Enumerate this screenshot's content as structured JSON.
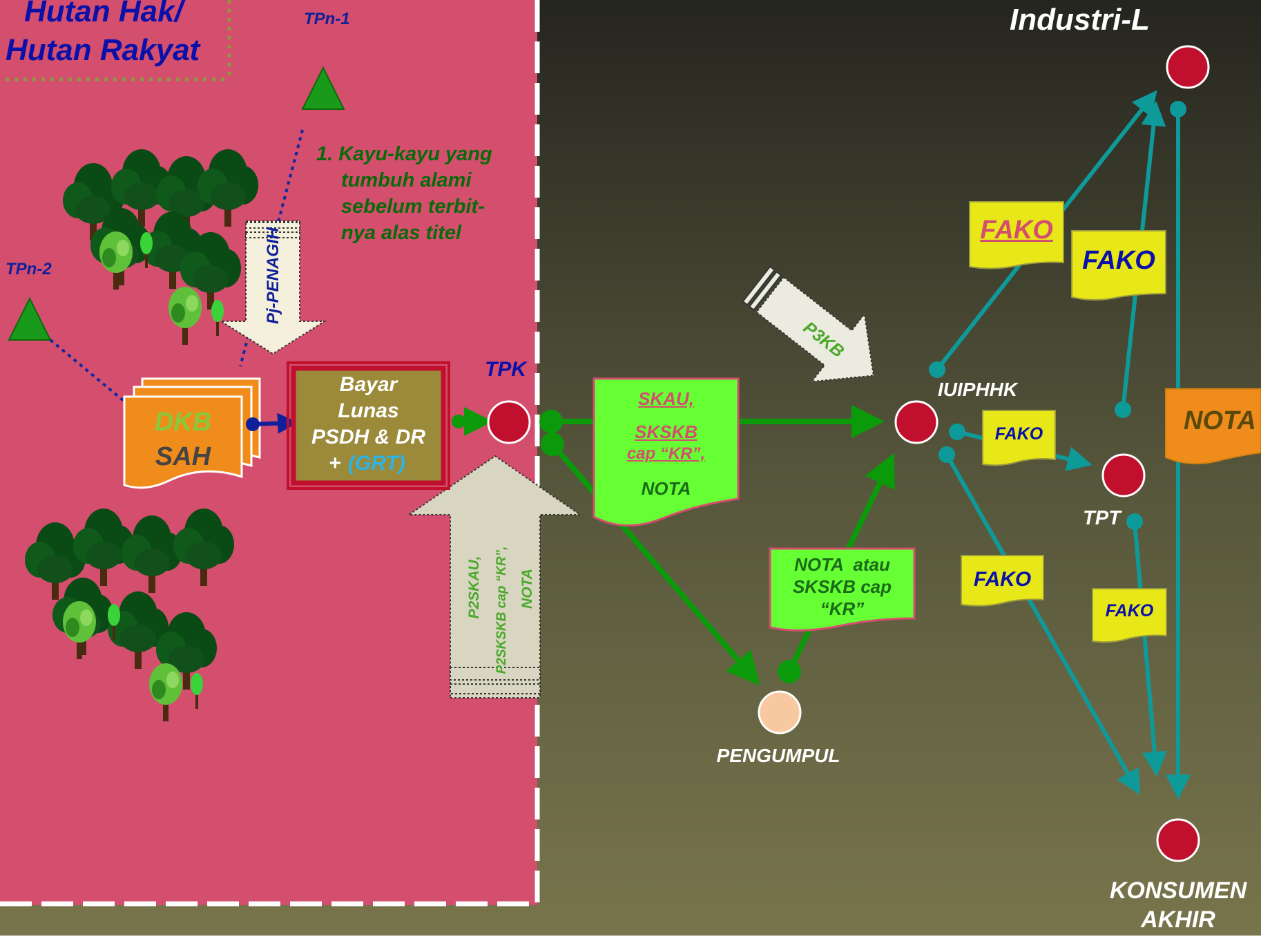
{
  "title_forest": [
    "Hutan Hak/",
    "Hutan Rakyat"
  ],
  "title_industry": "Industri-L",
  "tpn1": "TPn-1",
  "tpn2": "TPn-2",
  "tpk": "TPK",
  "iuiphhk": "IUIPHHK",
  "tpt": "TPT",
  "pengumpul": "PENGUMPUL",
  "konsumen": [
    "KONSUMEN",
    "AKHIR"
  ],
  "note": [
    "1. Kayu-kayu yang",
    "tumbuh alami",
    "sebelum terbit-",
    "nya alas titel"
  ],
  "pj_penagih": "Pj-PENAGIH",
  "p3kb": "P3KB",
  "p2_arrow": [
    "P2SKAU,",
    "P2SKSKB cap “KR”,",
    "NOTA"
  ],
  "dkb_sah": [
    "DKB",
    "SAH"
  ],
  "bayar_box": [
    "Bayar",
    "Lunas",
    "PSDH & DR",
    "+",
    "(GRT)"
  ],
  "skau_doc": [
    "SKAU,",
    "SKSKB",
    "cap “KR”,",
    "NOTA"
  ],
  "nota_atau_doc": [
    "NOTA  atau",
    "SKSKB cap",
    "“KR”"
  ],
  "fako_labels": [
    "FAKO",
    "FAKO",
    "FAKO",
    "FAKO",
    "FAKO"
  ],
  "nota_right": "NOTA",
  "colors": {
    "forest_bg": "#d44e6e",
    "industry_dark": "#2a2a24",
    "industry_light": "#74714a",
    "green_arrow": "#0a9a0a",
    "teal_arrow": "#0f9a9a",
    "node_red": "#c0102e",
    "doc_yellow": "#e8e818",
    "doc_green": "#66ff33",
    "doc_orange": "#f08c1c",
    "title_blue": "#0a10a8",
    "note_green": "#0a6a0a"
  }
}
